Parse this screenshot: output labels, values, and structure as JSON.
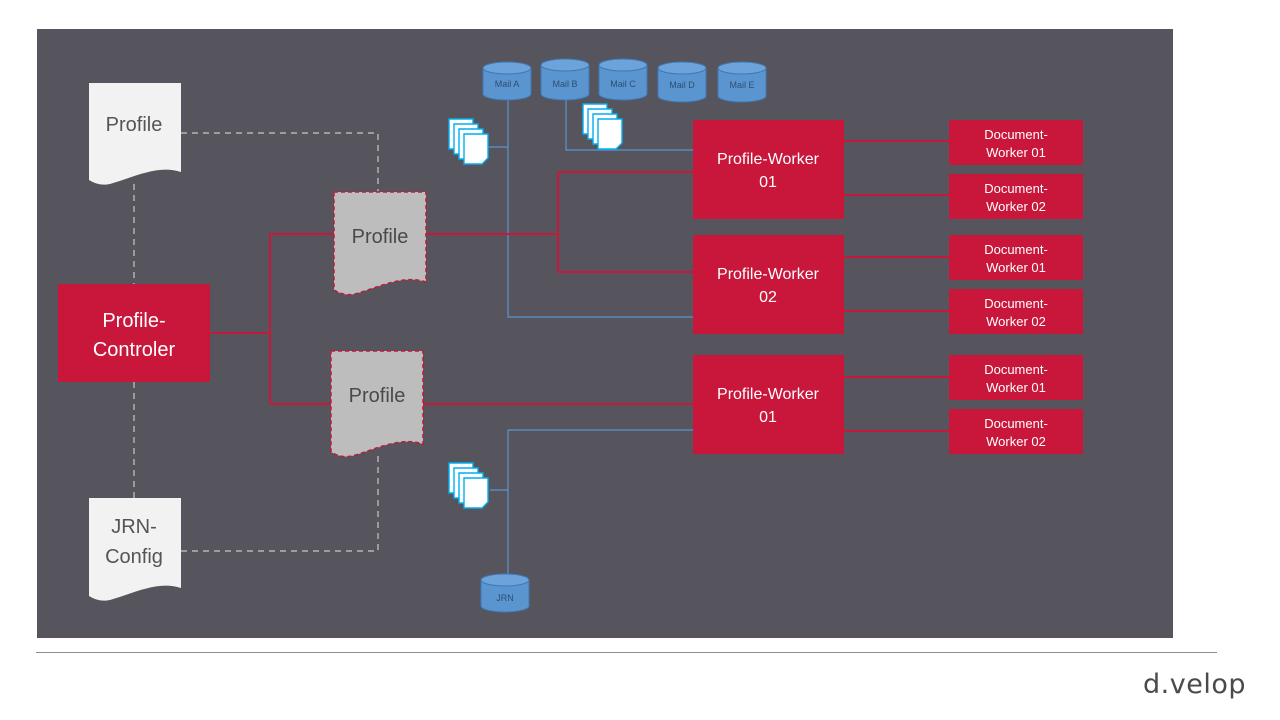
{
  "colors": {
    "canvas": "#56545c",
    "red": "#c8173a",
    "red_line": "#c8173a",
    "blue": "#5b95d0",
    "doc_light": "#f2f2f2",
    "doc_gray": "#bdbdbd",
    "dashed": "#c8c8c8"
  },
  "controller": {
    "label_line1": "Profile-",
    "label_line2": "Controler"
  },
  "sources": {
    "profile_doc": "Profile",
    "jrn_config_line1": "JRN-",
    "jrn_config_line2": "Config"
  },
  "profiles": [
    {
      "label": "Profile"
    },
    {
      "label": "Profile"
    }
  ],
  "mailboxes": [
    "Mail A",
    "Mail B",
    "Mail C",
    "Mail D",
    "Mail E"
  ],
  "journal_db": "JRN",
  "profile_workers": [
    {
      "line1": "Profile-Worker",
      "line2": "01"
    },
    {
      "line1": "Profile-Worker",
      "line2": "02"
    },
    {
      "line1": "Profile-Worker",
      "line2": "01"
    }
  ],
  "document_workers": [
    {
      "line1": "Document-",
      "line2": "Worker 01"
    },
    {
      "line1": "Document-",
      "line2": "Worker 02"
    },
    {
      "line1": "Document-",
      "line2": "Worker 01"
    },
    {
      "line1": "Document-",
      "line2": "Worker 02"
    },
    {
      "line1": "Document-",
      "line2": "Worker 01"
    },
    {
      "line1": "Document-",
      "line2": "Worker 02"
    }
  ],
  "icons": {
    "doc_stack": "document-stack-icon",
    "database": "database-icon"
  },
  "brand": "d.velop"
}
